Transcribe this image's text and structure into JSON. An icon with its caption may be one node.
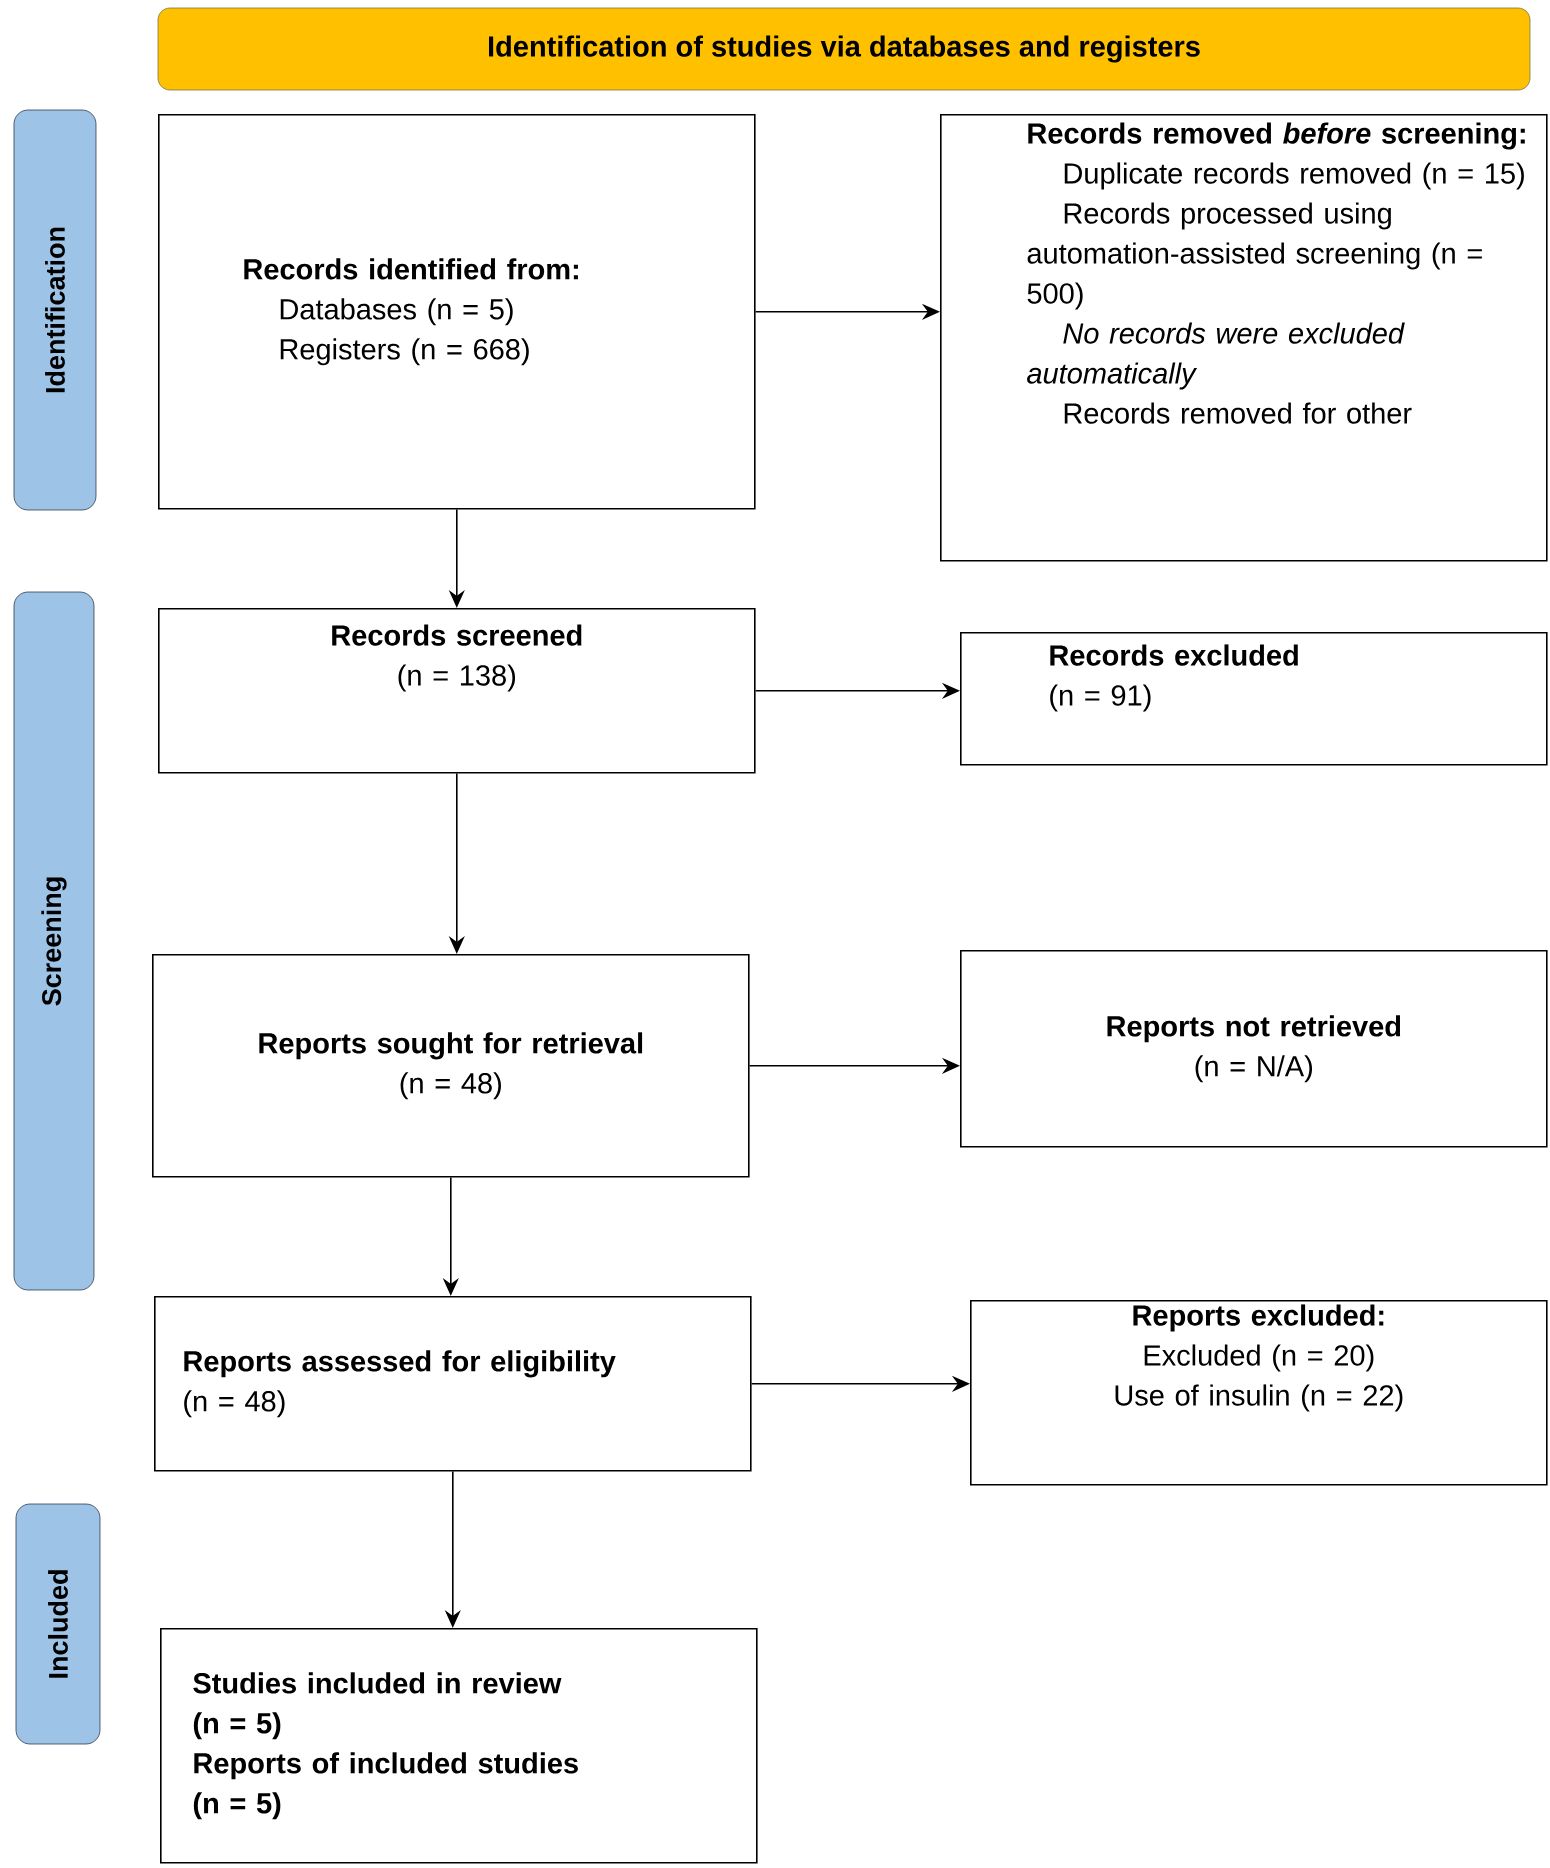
{
  "diagram": {
    "nodes": [
      {
        "text": [
          "Identification of studies via databases and registers"
        ]
      },
      {
        "text": [
          "Identification"
        ]
      },
      {
        "text": [
          "Screening"
        ]
      },
      {
        "text": [
          "Included"
        ]
      },
      {
        "text": [
          "Records identified from:",
          "Databases (n = 5)",
          "Registers (n = 668)"
        ]
      },
      {
        "text": [
          "Records removed *before* screening:",
          "Duplicate records removed (n = 15)",
          "Records processed using automation-assisted screening (n = 500)",
          "No records were excluded automatically",
          "Records removed for other"
        ]
      },
      {
        "text": [
          "Records screened",
          "(n = 138)"
        ]
      },
      {
        "text": [
          "Records excluded",
          "(n = 91)"
        ]
      },
      {
        "text": [
          "Reports sought for retrieval",
          "(n = 48)"
        ]
      },
      {
        "text": [
          "Reports not retrieved",
          "(n = N/A)"
        ]
      },
      {
        "text": [
          "Reports assessed for eligibility",
          "(n = 48)"
        ]
      },
      {
        "text": [
          "Reports excluded:",
          "Excluded (n = 20)",
          "Use of insulin (n = 22)"
        ]
      },
      {
        "text": [
          "Studies included in review",
          "(n = 5)",
          "Reports of included studies",
          "(n = 5)"
        ]
      }
    ],
    "edges": [
      {
        "from": 4,
        "to": 5,
        "arrow": "to"
      },
      {
        "from": 4,
        "to": 6,
        "arrow": "to"
      },
      {
        "from": 6,
        "to": 7,
        "arrow": "to"
      },
      {
        "from": 6,
        "to": 8,
        "arrow": "to"
      },
      {
        "from": 8,
        "to": 9,
        "arrow": "to"
      },
      {
        "from": 8,
        "to": 10,
        "arrow": "to"
      },
      {
        "from": 10,
        "to": 11,
        "arrow": "to"
      },
      {
        "from": 10,
        "to": 12,
        "arrow": "to"
      }
    ]
  }
}
